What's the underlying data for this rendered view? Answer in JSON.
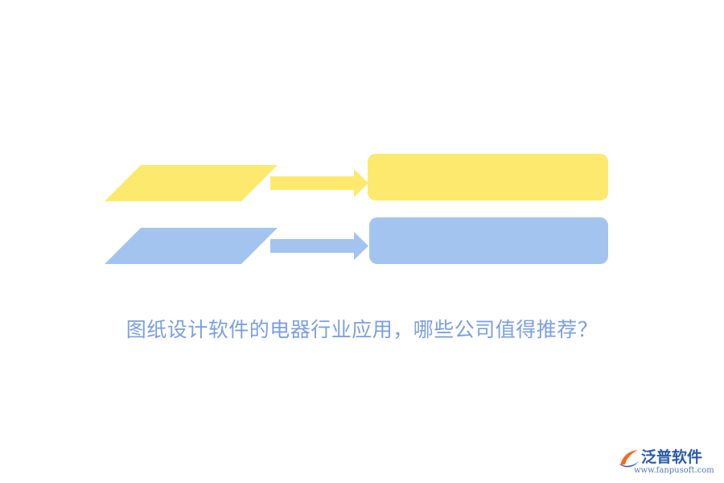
{
  "colors": {
    "yellow": "#fde96e",
    "blue": "#a3c4ef",
    "headline": "#7b9fe0",
    "logo_orange": "#f26b21",
    "logo_blue": "#2b5aa8",
    "logo_text": "#5779b8"
  },
  "headline": "图纸设计软件的电器行业应用，哪些公司值得推荐？",
  "logo": {
    "name": "泛普软件",
    "url": "www.fanpusoft.com",
    "icon": "fanpu-logo-icon"
  }
}
